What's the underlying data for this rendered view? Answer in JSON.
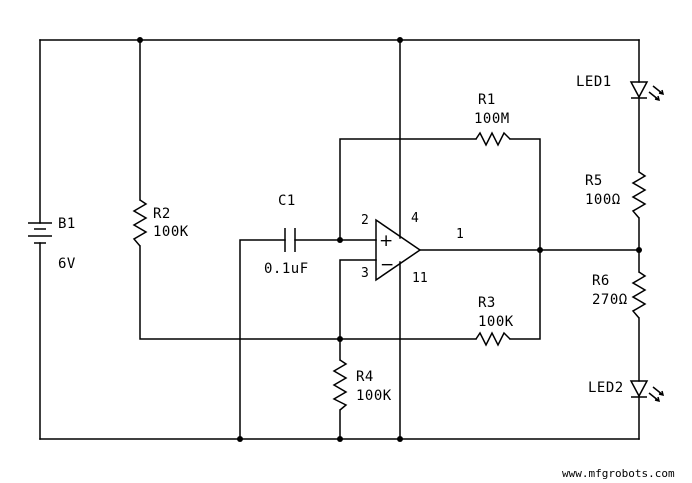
{
  "components": {
    "b1": {
      "ref": "B1",
      "value": "6V"
    },
    "r1": {
      "ref": "R1",
      "value": "100M"
    },
    "r2": {
      "ref": "R2",
      "value": "100K"
    },
    "r3": {
      "ref": "R3",
      "value": "100K"
    },
    "r4": {
      "ref": "R4",
      "value": "100K"
    },
    "r5": {
      "ref": "R5",
      "value": "100Ω"
    },
    "r6": {
      "ref": "R6",
      "value": "270Ω"
    },
    "c1": {
      "ref": "C1",
      "value": "0.1uF"
    },
    "led1": {
      "ref": "LED1"
    },
    "led2": {
      "ref": "LED2"
    }
  },
  "opamp": {
    "pin_inverting": "2",
    "pin_noninverting": "3",
    "pin_vplus": "4",
    "pin_vminus": "11",
    "pin_output": "1",
    "plus_sign": "+",
    "minus_sign": "−"
  },
  "watermark": "www.mfgrobots.com"
}
